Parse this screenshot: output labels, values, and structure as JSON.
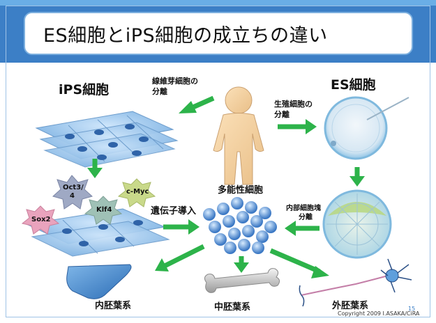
{
  "slide": {
    "title": "ES細胞とiPS細胞の成立ちの違い",
    "page_number": "15",
    "copyright": "Copyright 2009 I.ASAKA/CiRA"
  },
  "labels": {
    "ips_cell": "iPS細胞",
    "es_cell": "ES細胞",
    "fibroblast_isolation_1": "線維芽細胞の",
    "fibroblast_isolation_2": "分離",
    "germ_cell_isolation_1": "生殖細胞の",
    "germ_cell_isolation_2": "分離",
    "pluripotent_cell": "多能性細胞",
    "gene_transfer": "遺伝子導入",
    "inner_cell_mass_1": "内部細胞塊",
    "inner_cell_mass_2": "分離",
    "endoderm": "内胚葉系",
    "mesoderm": "中胚葉系",
    "ectoderm": "外胚葉系"
  },
  "factors": {
    "oct34_line1": "Oct3/",
    "oct34_line2": "4",
    "cmyc": "c-Myc",
    "klf4": "Klf4",
    "sox2": "Sox2"
  },
  "colors": {
    "title_bar": "#3c7fc6",
    "arrow": "#2db34a",
    "cell_blue": "#9cc8ee",
    "nucleus": "#2f63a8",
    "sox2_star": "#e9a3bd",
    "factor_star": "#9fa9c4",
    "cmyc_star": "#c9d98a"
  },
  "icons": [
    "human-figure-icon",
    "fibroblast-sheet-icon",
    "egg-cell-icon",
    "blastocyst-icon",
    "pluripotent-cluster-icon",
    "liver-icon",
    "bone-icon",
    "neuron-icon"
  ]
}
